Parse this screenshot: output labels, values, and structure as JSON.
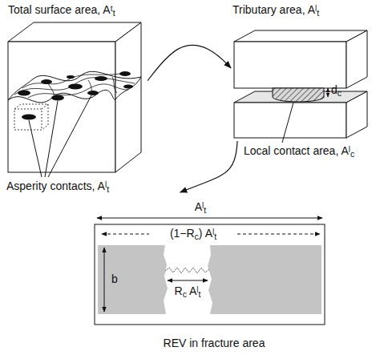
{
  "diagram": {
    "nodes": [
      {
        "text": [
          "Total surface area, Aᵗt"
        ]
      },
      {
        "text": [
          "Tributary area, Aˡt"
        ]
      },
      {
        "text": [
          "REV in fracture area"
        ]
      }
    ],
    "edges": [
      {
        "from": 0,
        "to": 1,
        "arrow": "to"
      },
      {
        "from": 1,
        "to": 2,
        "arrow": "to"
      }
    ],
    "labels": [
      "Asperity contacts, Aˡt",
      "Local contact area, Aˡc",
      "dc",
      "Aˡt",
      "(1−Rc) Aˡt",
      "Rc Aˡt",
      "b"
    ]
  }
}
